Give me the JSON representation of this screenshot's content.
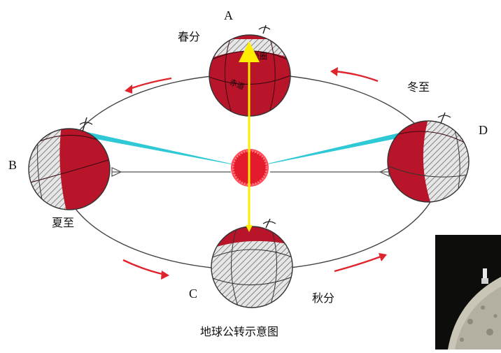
{
  "diagram": {
    "caption": "地球公转示意图",
    "positions": {
      "A": {
        "letter": "A",
        "term": "春分"
      },
      "B": {
        "letter": "B",
        "term": "夏至"
      },
      "C": {
        "letter": "C",
        "term": "秋分"
      },
      "D": {
        "letter": "D",
        "term": "冬至"
      }
    },
    "globe_labels": {
      "arctic_circle": "极圈",
      "equator": "赤道"
    },
    "colors": {
      "day_side": "#b8152a",
      "night_hatch": "#6a6a6a",
      "orbit": "#444444",
      "sun": "#e31b2c",
      "direction_arrows": "#e0242e",
      "axis_arrow": "#ffee00",
      "light_ray": "#2fc9d6"
    }
  }
}
